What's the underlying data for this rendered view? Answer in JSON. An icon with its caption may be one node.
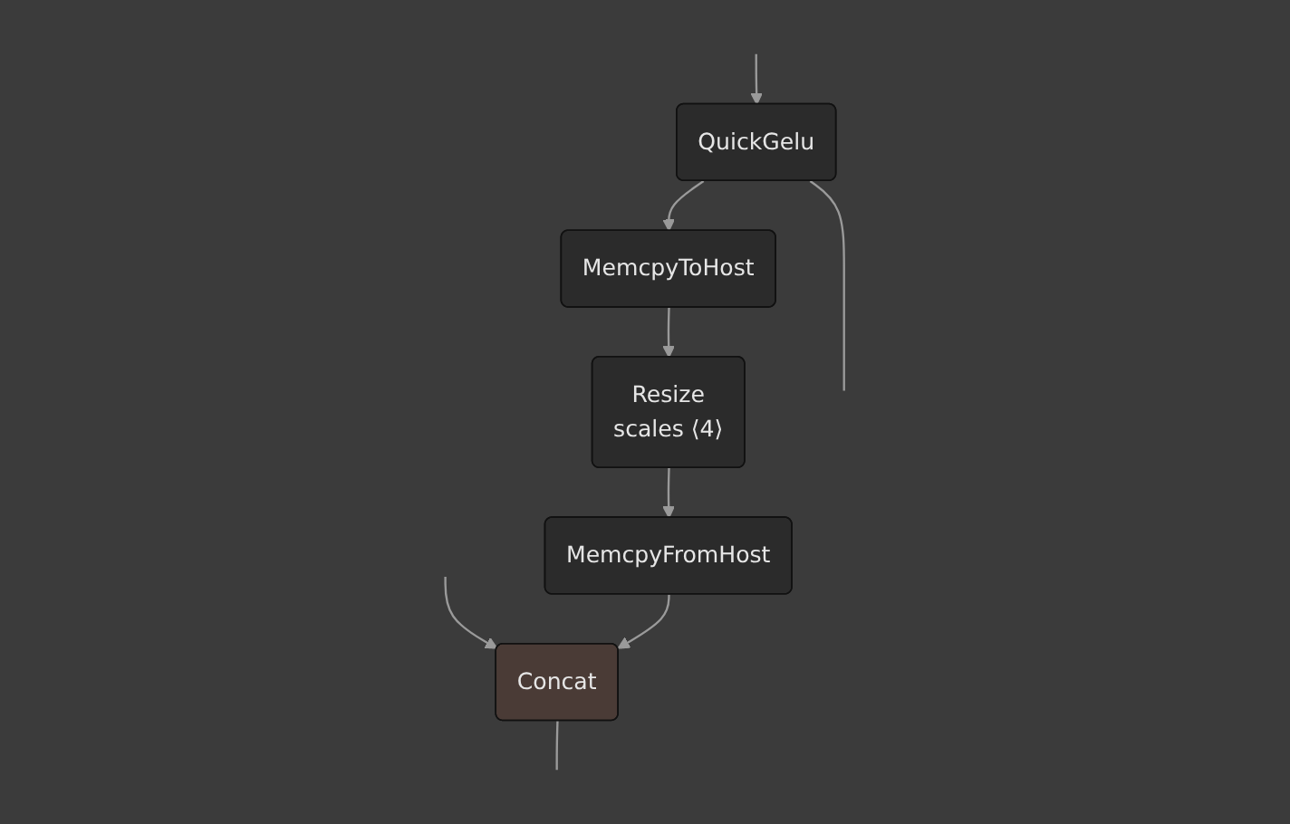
{
  "diagram": {
    "nodes": [
      {
        "text": [
          "QuickGelu"
        ]
      },
      {
        "text": [
          "MemcpyToHost"
        ]
      },
      {
        "text": [
          "Resize",
          "scales ⟨4⟩"
        ]
      },
      {
        "text": [
          "MemcpyFromHost"
        ]
      },
      {
        "text": [
          "Concat"
        ]
      }
    ],
    "edges": [
      {
        "from": null,
        "to": 0,
        "arrow": "to"
      },
      {
        "from": 0,
        "to": 1,
        "arrow": "to"
      },
      {
        "from": 0,
        "to": null,
        "arrow": "none"
      },
      {
        "from": 1,
        "to": 2,
        "arrow": "to"
      },
      {
        "from": 2,
        "to": 3,
        "arrow": "to"
      },
      {
        "from": null,
        "to": 4,
        "arrow": "to"
      },
      {
        "from": 3,
        "to": 4,
        "arrow": "to"
      },
      {
        "from": 4,
        "to": null,
        "arrow": "none"
      }
    ]
  }
}
